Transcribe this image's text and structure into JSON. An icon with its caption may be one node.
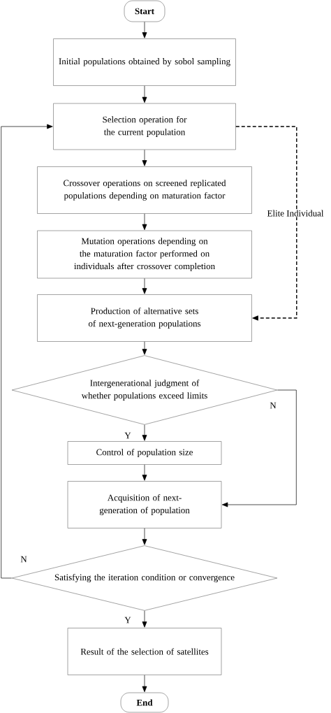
{
  "diagram": {
    "nodes": [
      {
        "text": [
          "Start"
        ]
      },
      {
        "text": [
          "Initial populations obtained by sobol sampling"
        ]
      },
      {
        "text": [
          "Selection operation for the current population"
        ]
      },
      {
        "text": [
          "Crossover operations on screened replicated populations depending on maturation factor"
        ]
      },
      {
        "text": [
          "Mutation operations depending on the maturation factor performed on individuals after crossover completion"
        ]
      },
      {
        "text": [
          "Production of alternative sets of next-generation populations"
        ]
      },
      {
        "text": [
          "Intergenerational judgment of whether populations exceed limits"
        ]
      },
      {
        "text": [
          "Control of population size"
        ]
      },
      {
        "text": [
          "Acquisition of next-generation of population"
        ]
      },
      {
        "text": [
          "Satisfying the iteration condition or convergence"
        ]
      },
      {
        "text": [
          "Result of the selection of satellites"
        ]
      },
      {
        "text": [
          "End"
        ]
      }
    ],
    "edges": [
      {
        "from": 0,
        "to": 1,
        "arrow": "to"
      },
      {
        "from": 1,
        "to": 2,
        "arrow": "to"
      },
      {
        "from": 2,
        "to": 3,
        "arrow": "to"
      },
      {
        "from": 3,
        "to": 4,
        "arrow": "to"
      },
      {
        "from": 4,
        "to": 5,
        "arrow": "to"
      },
      {
        "from": 5,
        "to": 6,
        "arrow": "to"
      },
      {
        "from": 6,
        "to": 7,
        "arrow": "to",
        "label": "Y"
      },
      {
        "from": 7,
        "to": 8,
        "arrow": "to"
      },
      {
        "from": 6,
        "to": 8,
        "arrow": "to",
        "label": "N"
      },
      {
        "from": 8,
        "to": 9,
        "arrow": "to"
      },
      {
        "from": 9,
        "to": 10,
        "arrow": "to",
        "label": "Y"
      },
      {
        "from": 9,
        "to": 2,
        "arrow": "to",
        "label": "N"
      },
      {
        "from": 2,
        "to": 5,
        "arrow": "to",
        "label": "Elite Individual",
        "style": "dashed"
      },
      {
        "from": 10,
        "to": 11,
        "arrow": "to"
      }
    ]
  }
}
